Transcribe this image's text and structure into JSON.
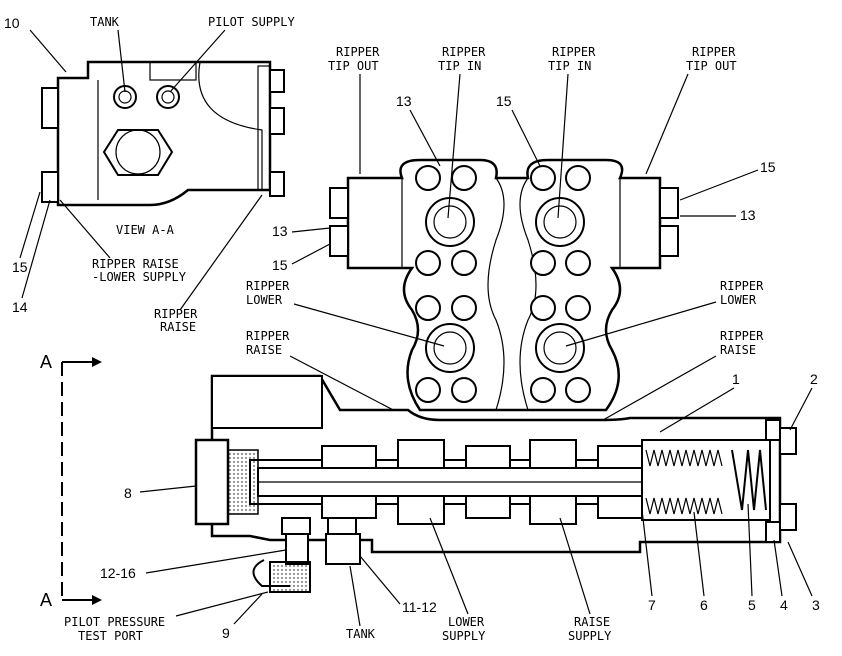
{
  "view_a_a": {
    "title": "VIEW A-A",
    "tank": "TANK",
    "pilot_supply": "PILOT SUPPLY",
    "ripper_raise_lower_supply_1": "RIPPER RAISE",
    "ripper_raise_lower_supply_2": "-LOWER SUPPLY",
    "ripper_raise_1": "RIPPER",
    "ripper_raise_2": "RAISE",
    "n10": "10",
    "n15": "15",
    "n14": "14"
  },
  "top_labels": {
    "tip_out_left_1": "RIPPER",
    "tip_out_left_2": "TIP OUT",
    "tip_in_left_1": "RIPPER",
    "tip_in_left_2": "TIP IN",
    "tip_in_right_1": "RIPPER",
    "tip_in_right_2": "TIP IN",
    "tip_out_right_1": "RIPPER",
    "tip_out_right_2": "TIP OUT",
    "lower_left_1": "RIPPER",
    "lower_left_2": "LOWER",
    "lower_right_1": "RIPPER",
    "lower_right_2": "LOWER",
    "raise_left_1": "RIPPER",
    "raise_left_2": "RAISE",
    "raise_right_1": "RIPPER",
    "raise_right_2": "RAISE"
  },
  "callouts": {
    "n13_top_left": "13",
    "n15_top_mid": "15",
    "n15_right": "15",
    "n13_right": "13",
    "n13_left": "13",
    "n15_left": "15",
    "n1": "1",
    "n2": "2",
    "n3": "3",
    "n4": "4",
    "n5": "5",
    "n6": "6",
    "n7": "7",
    "n8": "8",
    "n9": "9",
    "n12_16": "12-16",
    "n11_12": "11-12"
  },
  "section": {
    "a_top": "A",
    "a_bottom": "A"
  },
  "bottom_labels": {
    "pilot_test_1": "PILOT PRESSURE",
    "pilot_test_2": "TEST PORT",
    "tank": "TANK",
    "lower_supply_1": "LOWER",
    "lower_supply_2": "SUPPLY",
    "raise_supply_1": "RAISE",
    "raise_supply_2": "SUPPLY"
  }
}
